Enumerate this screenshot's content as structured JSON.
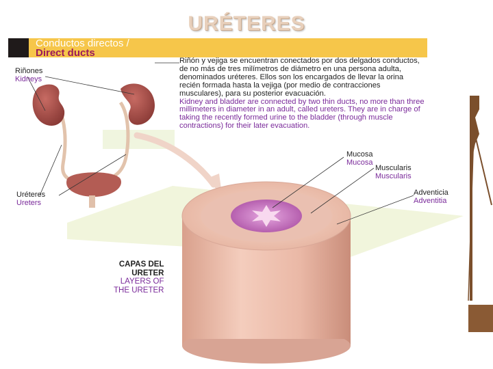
{
  "slide": {
    "title": "URÉTERES"
  },
  "header": {
    "es": "Conductos directos /",
    "en": "Direct ducts"
  },
  "description": {
    "es": "Riñón y vejiga se encuentran conectados por dos delgados conductos, de no más de tres milímetros de diámetro en una persona adulta, denominados uréteres. Ellos son los encargados de llevar la orina recién formada hasta la vejiga (por medio de contracciones musculares), para su posterior evacuación.",
    "en": "Kidney and bladder are connected by two thin ducts, no more than three millimeters in diameter in an adult, called ureters. They are in charge of taking the recently formed urine to the bladder (through muscle contractions) for their later evacuation."
  },
  "labels": {
    "kidneys": {
      "es": "Riñones",
      "en": "Kidneys"
    },
    "ureters": {
      "es": "Uréteres",
      "en": "Ureters"
    },
    "mucosa": {
      "es": "Mucosa",
      "en": "Mucosa"
    },
    "muscularis": {
      "es": "Muscularis",
      "en": "Muscularis"
    },
    "adventitia": {
      "es": "Adventicia",
      "en": "Adventitia"
    },
    "layers": {
      "es_line1": "CAPAS DEL",
      "es_line2": "URETER",
      "en_line1": "LAYERS OF",
      "en_line2": "THE URETER"
    }
  },
  "colors": {
    "title": "#e8d0bc",
    "header_band": "#f6c64a",
    "english_text": "#7a2a9a",
    "kidney": "#a8504a",
    "tube": "#e6b7a6",
    "mucosa": "#c77bc4"
  }
}
